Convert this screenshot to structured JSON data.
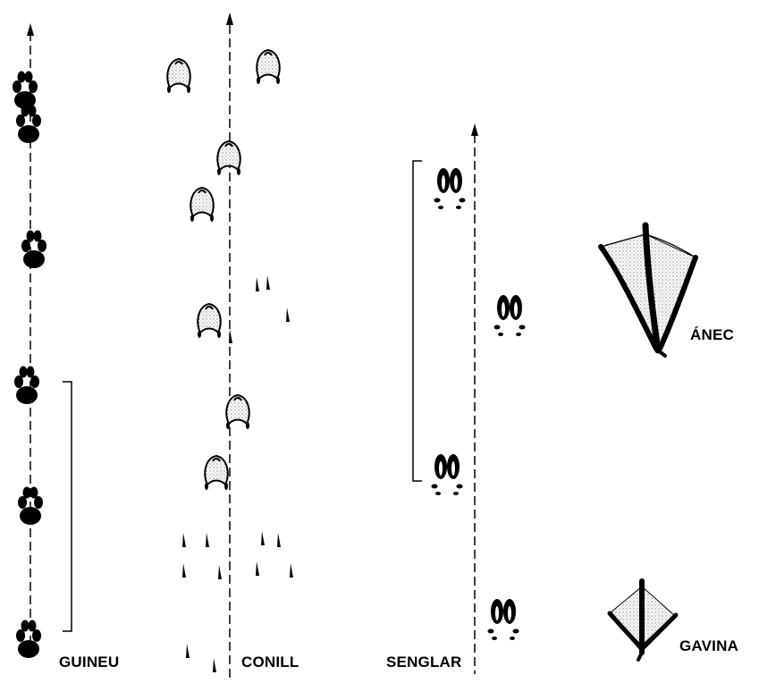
{
  "labels": {
    "guineu": "GUINEU",
    "conill": "CONILL",
    "senglar": "SENGLAR",
    "anec": "ÁNEC",
    "gavina": "GAVINA"
  },
  "colors": {
    "ink": "#000000",
    "stipple": "#8a8a8a",
    "background": "#ffffff"
  },
  "icons": {
    "fox_print": "paw-print-icon",
    "rabbit_print": "rabbit-print-icon",
    "boar_print": "hoof-print-icon",
    "duck_print": "webbed-foot-icon",
    "gull_print": "webbed-foot-icon"
  }
}
